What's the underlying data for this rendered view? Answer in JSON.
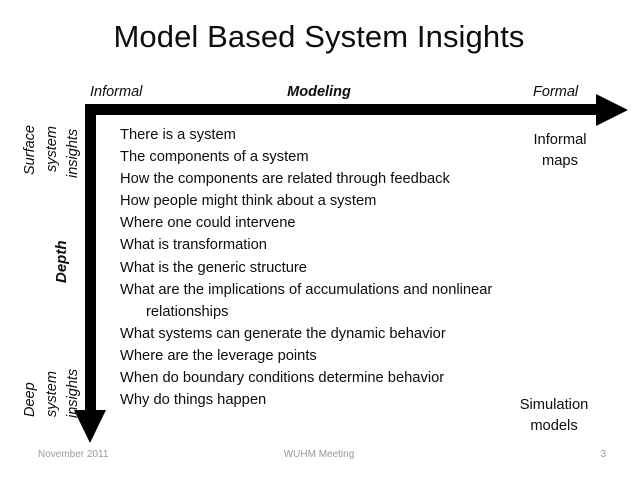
{
  "slide": {
    "title": "Model Based System Insights",
    "axes": {
      "horizontal": {
        "start_label": "Informal",
        "middle_label": "Modeling",
        "end_label": "Formal"
      },
      "vertical": {
        "top_label_lines": [
          "Surface",
          "system",
          "insights"
        ],
        "axis_name": "Depth",
        "bottom_label_lines": [
          "Deep",
          "system",
          "insights"
        ]
      }
    },
    "insights": [
      {
        "text": "There is a system",
        "wrapped": false
      },
      {
        "text": "The components of a system",
        "wrapped": false
      },
      {
        "text": "How the components are related through feedback",
        "wrapped": false
      },
      {
        "text": "How people might think about a system",
        "wrapped": false
      },
      {
        "text": "Where one could intervene",
        "wrapped": false
      },
      {
        "text": "What is transformation",
        "wrapped": false
      },
      {
        "text": "What is the generic structure",
        "wrapped": false
      },
      {
        "text": "What are the implications of accumulations and nonlinear relationships",
        "wrapped": true
      },
      {
        "text": "What systems can generate the dynamic behavior",
        "wrapped": false
      },
      {
        "text": "Where are the leverage points",
        "wrapped": false
      },
      {
        "text": "When do boundary conditions determine behavior",
        "wrapped": false
      },
      {
        "text": "Why do things happen",
        "wrapped": false
      }
    ],
    "side_notes": {
      "top": "Informal\nmaps",
      "top_line_1": "Informal",
      "top_line_2": "maps",
      "bottom_line_1": "Simulation",
      "bottom_line_2": "models"
    },
    "footer": {
      "date": "November 2011",
      "meeting": "WUHM Meeting",
      "page_number": "3"
    },
    "colors": {
      "text": "#0d0d0d",
      "axis": "#000000",
      "footer_text": "#9a9a9a",
      "background": "#ffffff"
    }
  }
}
